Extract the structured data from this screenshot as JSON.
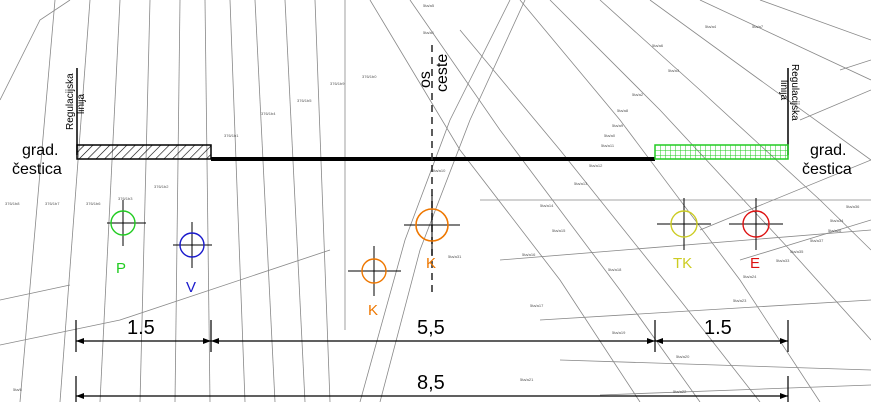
{
  "labels": {
    "left_plot": [
      "grad.",
      "čestica"
    ],
    "right_plot": [
      "grad.",
      "čestica"
    ],
    "left_reg_line": [
      "Regulacijska",
      "linija"
    ],
    "right_reg_line": [
      "Regulacijska",
      "linija"
    ],
    "road_axis": [
      "os",
      "ceste"
    ]
  },
  "utilities": [
    {
      "id": "P",
      "label": "P",
      "color": "#22cc22"
    },
    {
      "id": "V",
      "label": "V",
      "color": "#1a1acc"
    },
    {
      "id": "K1",
      "label": "K",
      "color": "#ee7700"
    },
    {
      "id": "K2",
      "label": "K",
      "color": "#ee7700"
    },
    {
      "id": "TK",
      "label": "TK",
      "color": "#cccc22"
    },
    {
      "id": "E",
      "label": "E",
      "color": "#dd1111"
    }
  ],
  "dimensions": {
    "left_strip": "1.5",
    "carriageway": "5,5",
    "right_strip": "1.5",
    "total": "8,5"
  },
  "parcel_numbers": [
    "5ta/a5",
    "5ta/a1",
    "5ta/a6",
    "5ta/a4",
    "5ta/a7",
    "5ta/a3",
    "5ta/a2",
    "5ta/a8",
    "5ta/a9",
    "5ta/a0",
    "5ta/a11",
    "5ta/a12",
    "5ta/a13",
    "5ta/a14",
    "5ta/a15",
    "5ta/a16",
    "5ta/a17",
    "5ta/a18",
    "5ta/a19",
    "5ta/a20",
    "5ta/a21",
    "5ta/a22",
    "5ta/a23",
    "5ta/a24",
    "376/1b8",
    "376/1b7",
    "376/1b6",
    "376/1b3",
    "376/1b2",
    "376/1b1",
    "376/1b4",
    "376/1b5",
    "376/1b9",
    "376/1b0",
    "5ta/6",
    "5ta/a10",
    "5ta/a31",
    "5ta/a36",
    "5ta/a26",
    "5ta/a37",
    "5ta/a35",
    "5ta/a33",
    "5ta/a34"
  ],
  "colors": {
    "left_strip_hatch": "#000000",
    "right_strip_grid": "#22cc22",
    "linework": "#888888",
    "road_edge": "#000000"
  }
}
